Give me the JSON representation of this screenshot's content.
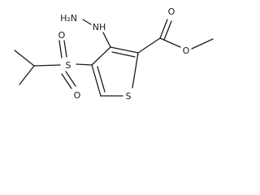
{
  "molecule": {
    "atoms": {
      "hydrazine_nh2": "H₂N",
      "hydrazine_nh": "NH",
      "sulfone_s": "S",
      "sulfone_o_upper": "O",
      "sulfone_o_lower": "O",
      "ring_s": "S",
      "carbonyl_o": "O",
      "ester_o": "O"
    }
  },
  "colors": {
    "ink": "#1a1a1a",
    "background": "#ffffff"
  }
}
